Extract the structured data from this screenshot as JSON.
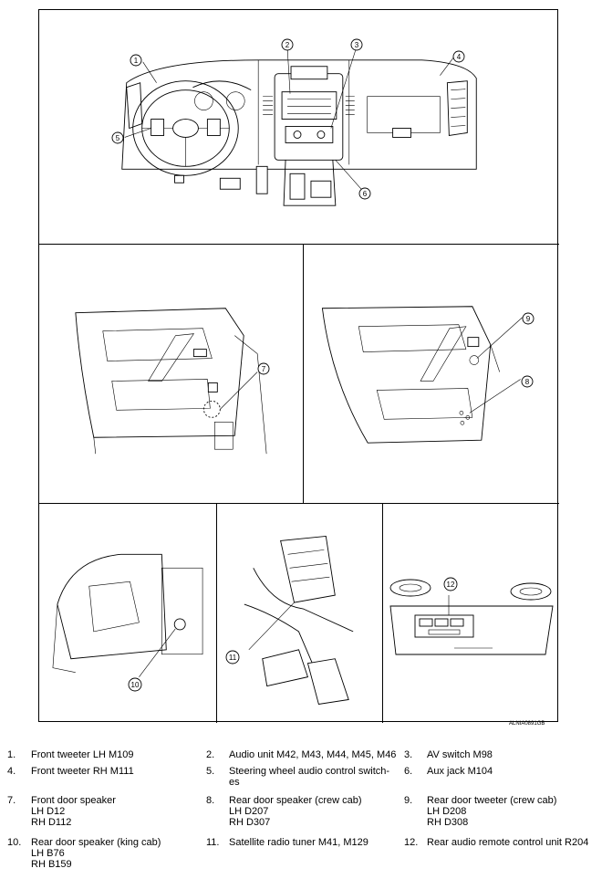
{
  "figure_ref": "ALNIA0891GB",
  "callouts": [
    "1",
    "2",
    "3",
    "4",
    "5",
    "6",
    "7",
    "8",
    "9",
    "10",
    "11",
    "12"
  ],
  "legend": [
    {
      "num": "1.",
      "text": "Front tweeter LH M109"
    },
    {
      "num": "2.",
      "text": "Audio unit M42, M43, M44, M45, M46"
    },
    {
      "num": "3.",
      "text": "AV switch M98"
    },
    {
      "num": "4.",
      "text": "Front tweeter RH M111"
    },
    {
      "num": "5.",
      "text": "Steering wheel audio control switch-\nes"
    },
    {
      "num": "6.",
      "text": "Aux jack M104"
    },
    {
      "num": "7.",
      "text": "Front door speaker\nLH D12\nRH D112"
    },
    {
      "num": "8.",
      "text": "Rear door speaker (crew cab)\nLH D207\nRH D307"
    },
    {
      "num": "9.",
      "text": "Rear door tweeter (crew cab)\nLH D208\nRH D308"
    },
    {
      "num": "10.",
      "text": "Rear door speaker (king cab)\nLH B76\nRH B159"
    },
    {
      "num": "11.",
      "text": "Satellite radio tuner M41, M129"
    },
    {
      "num": "12.",
      "text": "Rear audio remote control unit R204"
    }
  ]
}
